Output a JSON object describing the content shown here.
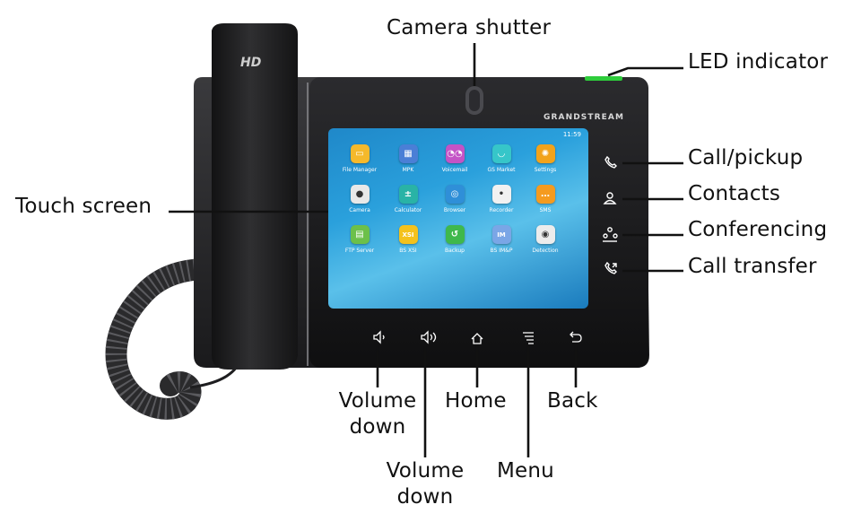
{
  "diagram": {
    "callouts": {
      "camera_shutter": "Camera shutter",
      "led_indicator": "LED indicator",
      "touch_screen": "Touch screen",
      "call_pickup": "Call/pickup",
      "contacts": "Contacts",
      "conferencing": "Conferencing",
      "call_transfer": "Call transfer",
      "volume_down_1": [
        "Volume",
        "down"
      ],
      "home": "Home",
      "back": "Back",
      "volume_down_2": [
        "Volume",
        "down"
      ],
      "menu": "Menu"
    }
  },
  "device": {
    "handset_label": "HD",
    "brand": "GRANDSTREAM",
    "status_time": "11:59",
    "apps": [
      {
        "label": "File Manager",
        "icon": "folder-icon",
        "color": "#f5b92b"
      },
      {
        "label": "MPK",
        "icon": "grid-icon",
        "color": "#4a7fd6"
      },
      {
        "label": "Voicemail",
        "icon": "voicemail-icon",
        "color": "#c453c6"
      },
      {
        "label": "GS Market",
        "icon": "market-icon",
        "color": "#36c6c9"
      },
      {
        "label": "Settings",
        "icon": "gear-icon",
        "color": "#f2a31b"
      },
      {
        "label": "Camera",
        "icon": "camera-icon",
        "color": "#e8e8e8"
      },
      {
        "label": "Calculator",
        "icon": "calculator-icon",
        "color": "#29b3a6"
      },
      {
        "label": "Browser",
        "icon": "globe-icon",
        "color": "#2f8fd8"
      },
      {
        "label": "Recorder",
        "icon": "recorder-icon",
        "color": "#f1f1f1"
      },
      {
        "label": "SMS",
        "icon": "sms-icon",
        "color": "#f59b1f"
      },
      {
        "label": "FTP Server",
        "icon": "ftp-icon",
        "color": "#6cc04a"
      },
      {
        "label": "BS XSI",
        "icon": "xsi-icon",
        "color": "#f4c21d"
      },
      {
        "label": "Backup",
        "icon": "backup-icon",
        "color": "#3fb84c"
      },
      {
        "label": "BS IM&P",
        "icon": "im-icon",
        "color": "#7aa6e6"
      },
      {
        "label": "Detection",
        "icon": "detection-icon",
        "color": "#ececec"
      }
    ]
  },
  "colors": {
    "body": "#1d1d1f",
    "screen": "#2a9ad9",
    "led": "#2ecc3b",
    "callout_line": "#111111"
  }
}
